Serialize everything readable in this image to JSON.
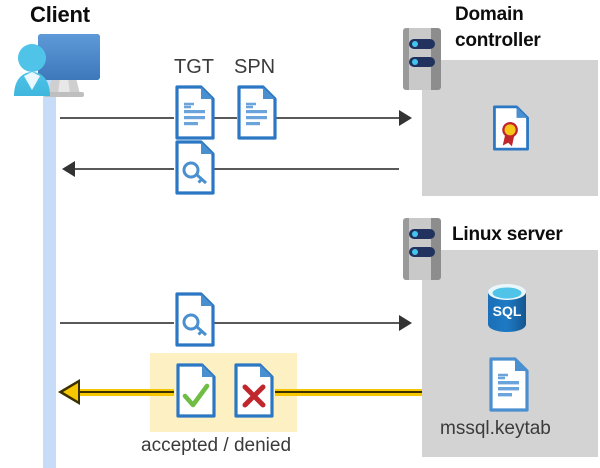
{
  "diagram": {
    "title_client": "Client",
    "title_domain_controller": "Domain\ncontroller",
    "title_domain_controller_line1": "Domain",
    "title_domain_controller_line2": "controller",
    "title_linux_server": "Linux server",
    "label_tgt": "TGT",
    "label_spn": "SPN",
    "label_keytab": "mssql.keytab",
    "label_verdict": "accepted / denied",
    "sql_badge": "SQL"
  },
  "icons": {
    "client": "user-at-computer-icon",
    "server_rack": "server-rack-icon",
    "doc_tgt": "document-icon",
    "doc_spn": "document-icon",
    "doc_ticket": "document-with-key-icon",
    "doc_service_ticket": "document-with-key-icon",
    "doc_certificate": "document-with-certificate-seal-icon",
    "doc_accepted": "document-with-green-check-icon",
    "doc_denied": "document-with-red-x-icon",
    "doc_keytab": "document-icon",
    "database": "sql-database-cylinder-icon"
  },
  "colors": {
    "panel_gray": "#d3d3d3",
    "highlight_yellow": "#fdf0c2",
    "lifeline_blue": "#c6dcf7",
    "doc_blue": "#2b77c4",
    "accent_gold": "#f6c700",
    "check_green": "#6fbd44",
    "cross_red": "#c0272d",
    "sql_blue": "#0f6cbd",
    "line_gray": "#595959"
  },
  "flows": [
    {
      "name": "tgt-spn-request",
      "direction": "client-to-domain-controller",
      "labels": [
        "TGT",
        "SPN"
      ]
    },
    {
      "name": "ticket-response",
      "direction": "domain-controller-to-client",
      "labels": []
    },
    {
      "name": "service-ticket-request",
      "direction": "client-to-linux-server",
      "labels": []
    },
    {
      "name": "auth-verdict",
      "direction": "linux-server-to-client",
      "labels": [
        "accepted / denied"
      ]
    }
  ]
}
